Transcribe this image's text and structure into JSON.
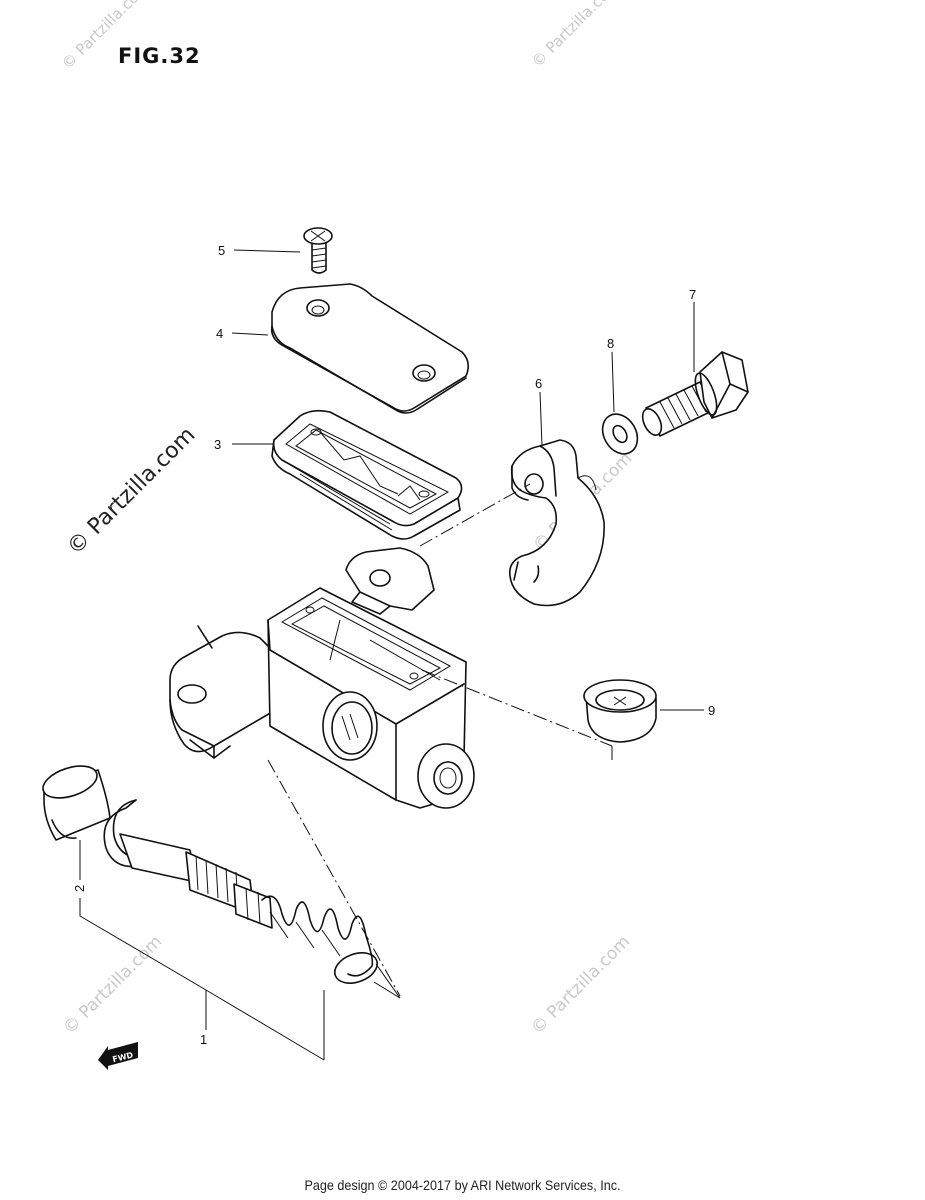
{
  "figure": {
    "title": "FIG.32"
  },
  "watermarks": {
    "main": "© Partzilla.com",
    "faint": "© Partzilla.com"
  },
  "callouts": [
    {
      "number": "1",
      "part": "master-cylinder-piston-kit"
    },
    {
      "number": "2",
      "part": "circlip"
    },
    {
      "number": "3",
      "part": "reservoir-diaphragm"
    },
    {
      "number": "4",
      "part": "reservoir-cap"
    },
    {
      "number": "5",
      "part": "cap-screw"
    },
    {
      "number": "6",
      "part": "handlebar-clamp"
    },
    {
      "number": "7",
      "part": "clamp-bolt"
    },
    {
      "number": "8",
      "part": "washer"
    },
    {
      "number": "9",
      "part": "dust-boot"
    }
  ],
  "fwd_badge": "FWD",
  "footer": {
    "text": "Page design © 2004-2017 by ARI Network Services, Inc."
  }
}
